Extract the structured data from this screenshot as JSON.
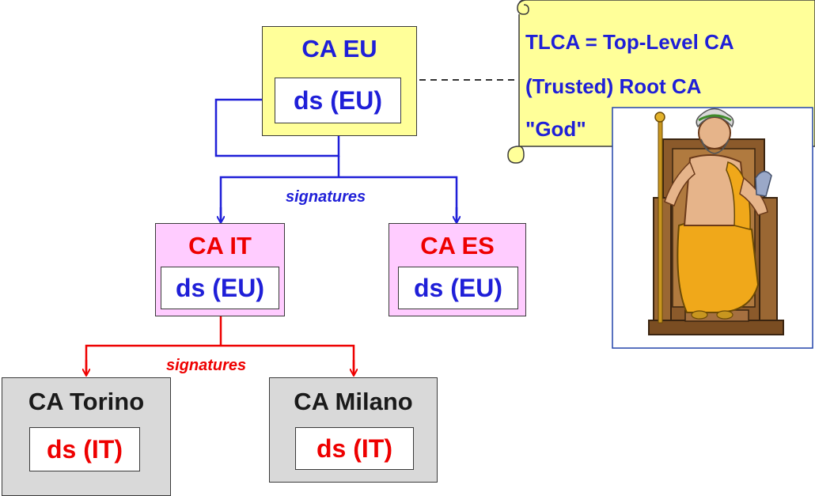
{
  "nodes": {
    "ca_eu": {
      "title": "CA EU",
      "inner": "ds (EU)"
    },
    "ca_it": {
      "title": "CA IT",
      "inner": "ds (EU)"
    },
    "ca_es": {
      "title": "CA ES",
      "inner": "ds (EU)"
    },
    "ca_torino": {
      "title": "CA Torino",
      "inner": "ds (IT)"
    },
    "ca_milano": {
      "title": "CA Milano",
      "inner": "ds (IT)"
    }
  },
  "edges": {
    "blue_label": "signatures",
    "red_label": "signatures"
  },
  "note": {
    "lines": [
      "TLCA = Top-Level CA",
      "(Trusted) Root CA",
      "\"God\""
    ]
  },
  "colors": {
    "blue": "#1f1fd8",
    "red": "#ee0000",
    "root_fill": "#ffff99",
    "pink_fill": "#ffccff",
    "gray_fill": "#d9d9d9",
    "scroll_fill": "#ffff99"
  },
  "image": {
    "icon": "zeus-on-throne-icon"
  }
}
